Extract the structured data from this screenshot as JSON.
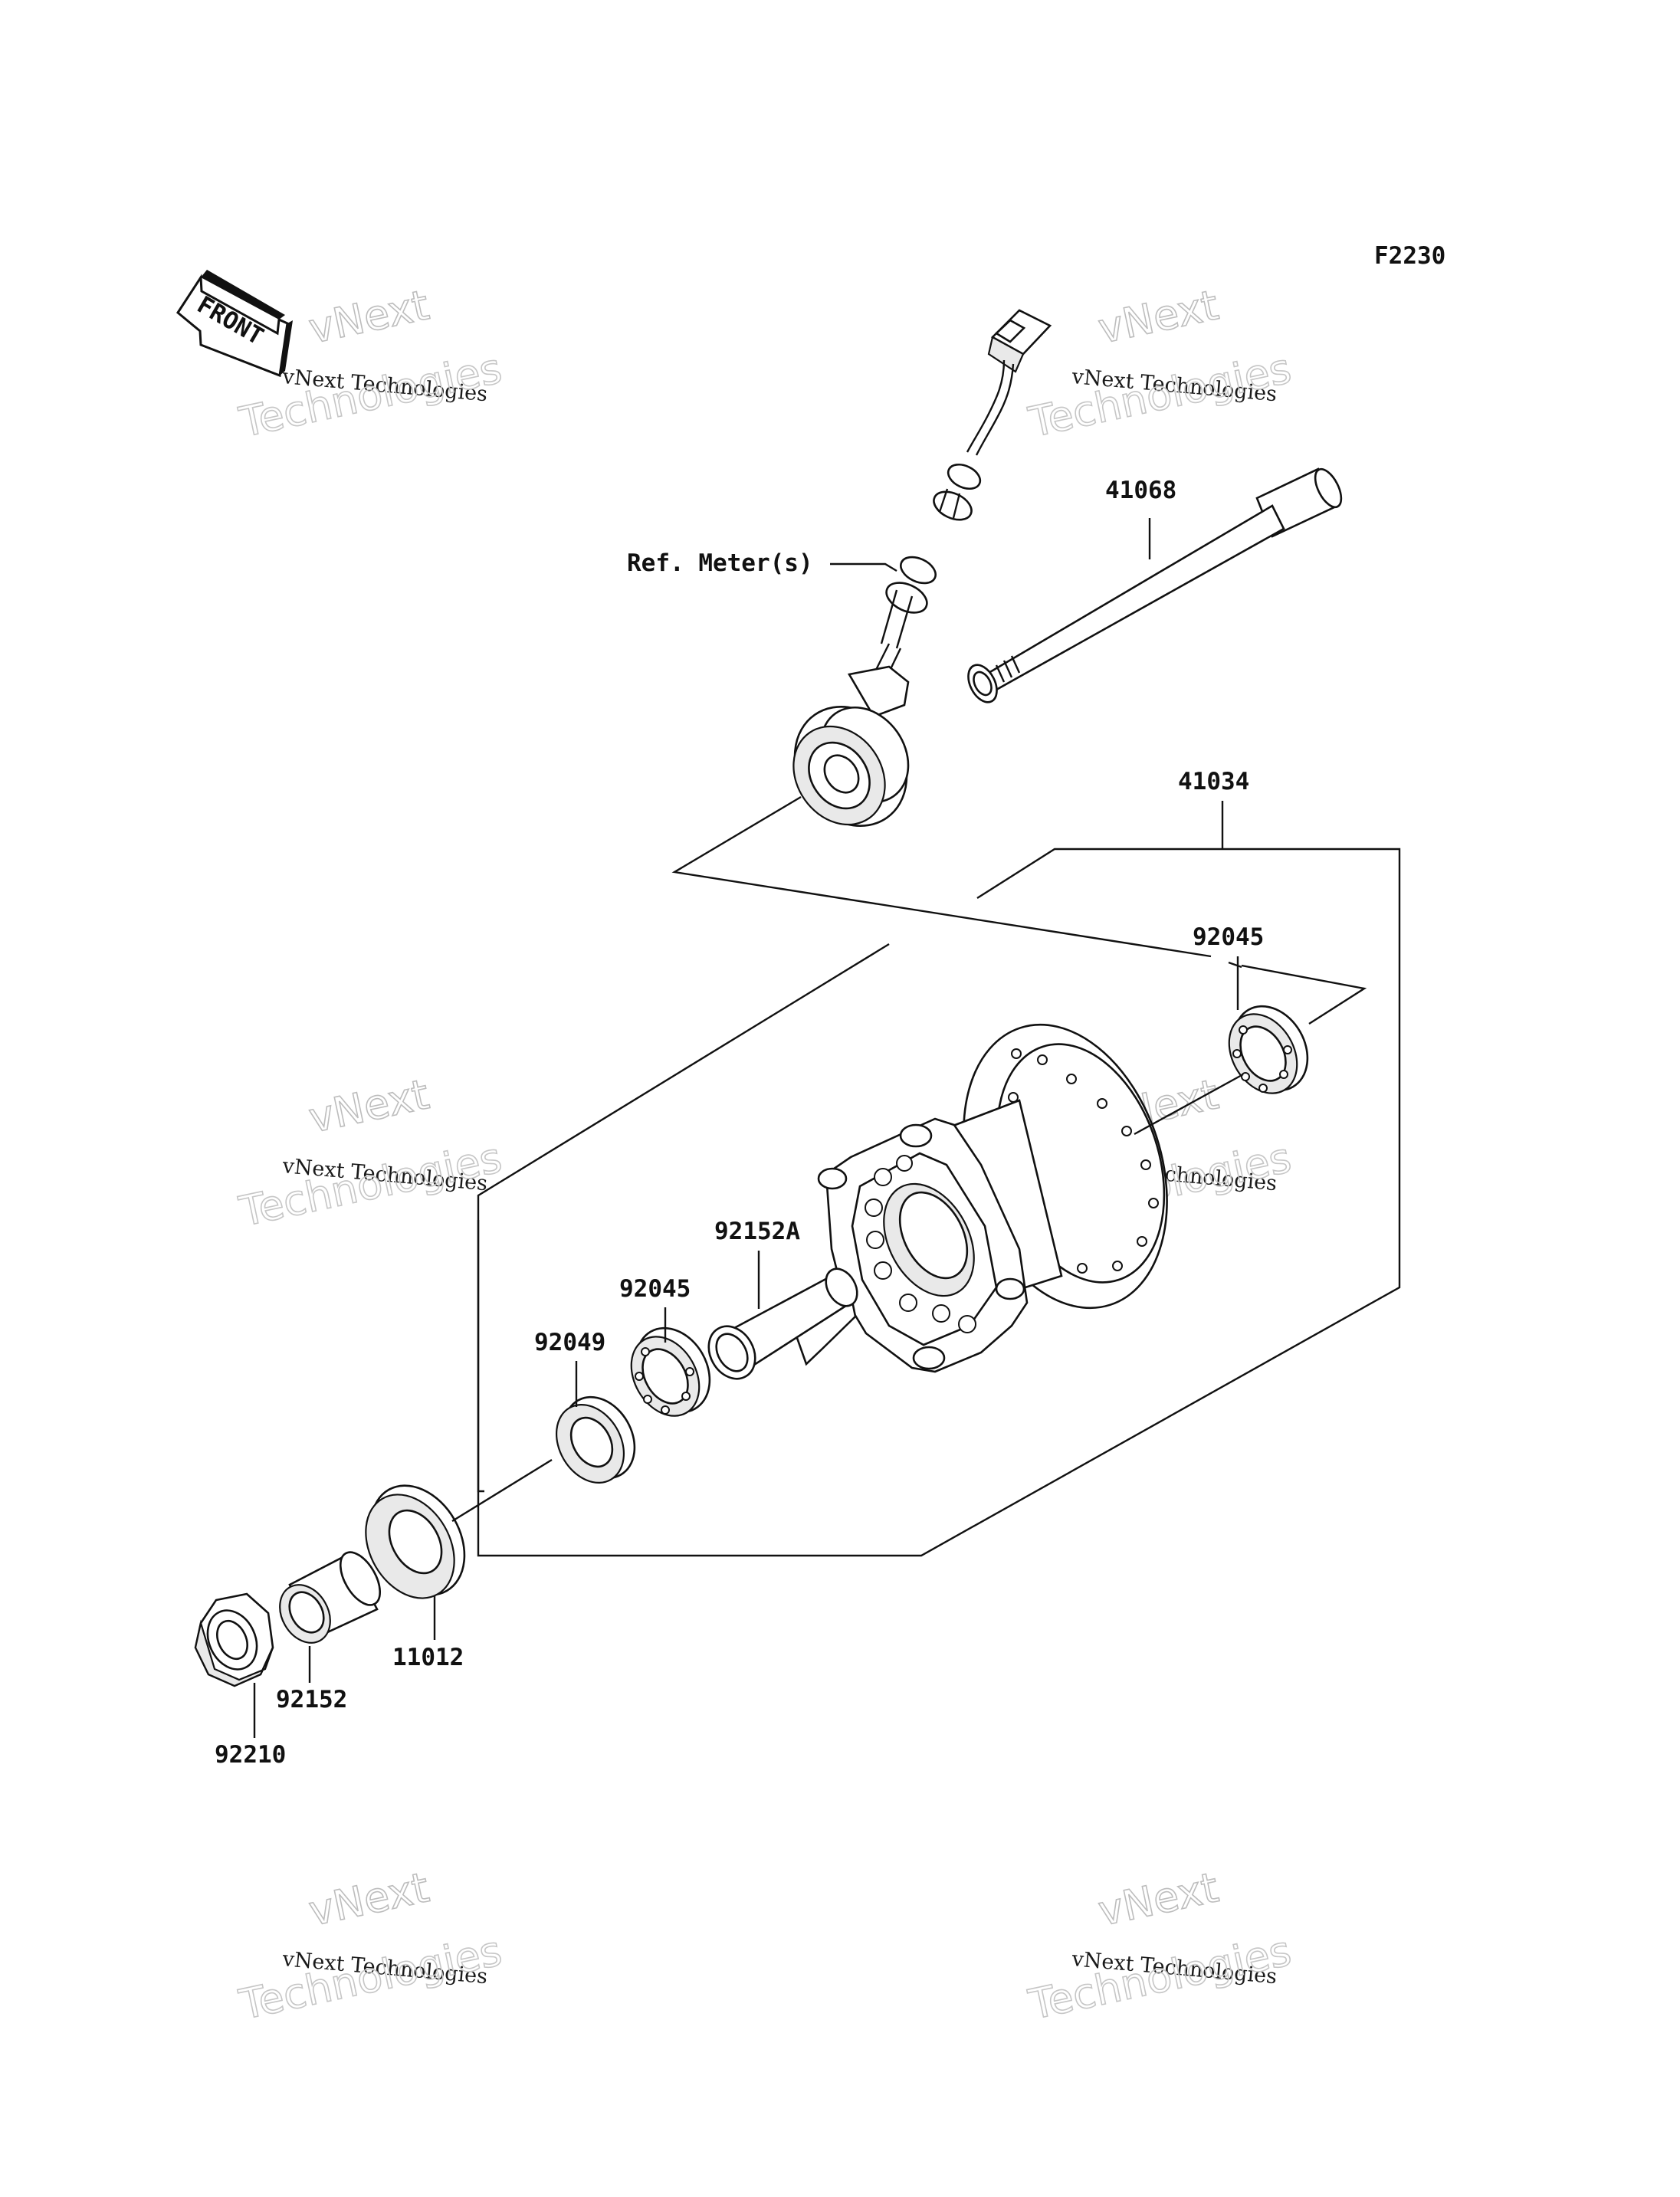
{
  "figure_code": "F2230",
  "front_arrow": {
    "label": "FRONT",
    "icon": "front-direction-arrow-icon"
  },
  "watermarks": [
    {
      "line1": "vNext",
      "line2": "vNext Technologies",
      "line3": "Technologies"
    },
    {
      "line1": "vNext",
      "line2": "vNext Technologies",
      "line3": "Technologies"
    },
    {
      "line1": "vNext",
      "line2": "vNext Technologies",
      "line3": "Technologies"
    },
    {
      "line1": "vNext",
      "line2": "vNext Technologies",
      "line3": "Technologies"
    },
    {
      "line1": "vNext",
      "line2": "vNext Technologies",
      "line3": "Technologies"
    },
    {
      "line1": "vNext",
      "line2": "vNext Technologies",
      "line3": "Technologies"
    }
  ],
  "callouts": {
    "ref_meter": "Ref. Meter(s)",
    "axle": "41068",
    "hub_assy": "41034",
    "bearing_right": "92045",
    "collar_long": "92152A",
    "bearing_left": "92045",
    "oil_seal": "92049",
    "cover": "11012",
    "collar_short": "92152",
    "nut": "92210"
  }
}
